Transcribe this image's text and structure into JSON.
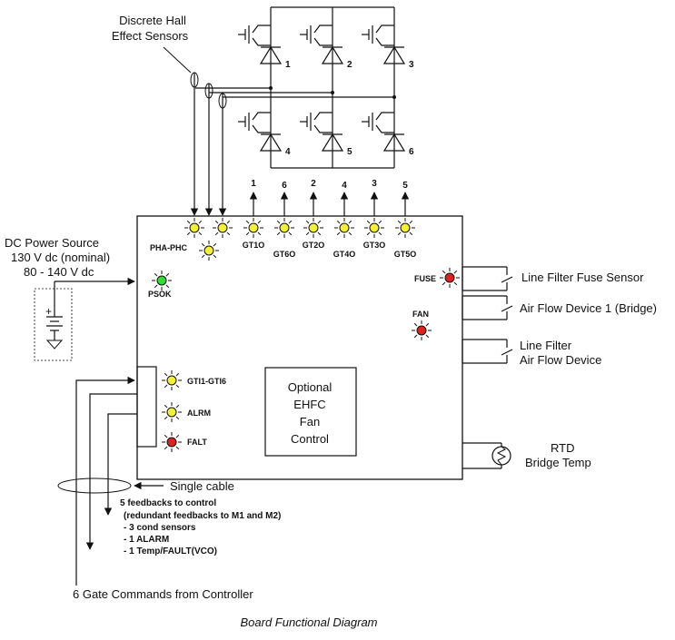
{
  "hall": {
    "line1": "Discrete Hall",
    "line2": "Effect Sensors"
  },
  "dc": {
    "line1": "DC Power Source",
    "line2": "130 V dc (nominal)",
    "line3": "80 - 140 V dc"
  },
  "switches": [
    "1",
    "2",
    "3",
    "4",
    "5",
    "6"
  ],
  "gate_numbers": [
    "1",
    "6",
    "2",
    "4",
    "3",
    "5"
  ],
  "leds_top": [
    "GT1O",
    "GT6O",
    "GT2O",
    "GT4O",
    "GT3O",
    "GT5O"
  ],
  "led_labels": {
    "pha": "PHA-PHC",
    "psok": "PSOK",
    "fuse": "FUSE",
    "fan": "FAN",
    "gti": "GTI1-GTI6",
    "alrm": "ALRM",
    "falt": "FALT"
  },
  "led_colors": {
    "yellow": "#f4ef3a",
    "green": "#33dd33",
    "red": "#dd2222"
  },
  "right": {
    "fuse_sensor": "Line Filter Fuse Sensor",
    "airflow1": "Air Flow Device 1 (Bridge)",
    "airflow2_line1": "Line Filter",
    "airflow2_line2": "Air Flow Device",
    "rtd_line1": "RTD",
    "rtd_line2": "Bridge Temp"
  },
  "optional": {
    "l1": "Optional",
    "l2": "EHFC",
    "l3": "Fan",
    "l4": "Control"
  },
  "cable": "Single cable",
  "feedbacks": {
    "l1": "5 feedbacks to control",
    "l2": "(redundant feedbacks to M1 and M2)",
    "l3": "- 3 cond sensors",
    "l4": "- 1 ALARM",
    "l5": "- 1 Temp/FAULT(VCO)"
  },
  "gate_cmd": "6 Gate Commands from Controller",
  "caption": "Board Functional Diagram"
}
